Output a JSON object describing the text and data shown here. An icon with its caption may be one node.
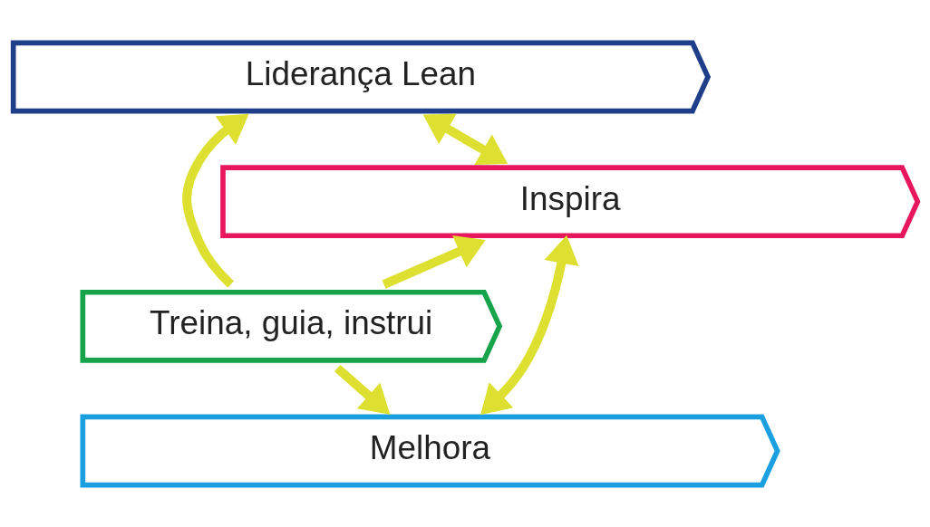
{
  "diagram": {
    "nodes": [
      {
        "text": [
          "Liderança Lean"
        ]
      },
      {
        "text": [
          "Inspira"
        ]
      },
      {
        "text": [
          "Treina, guia, instrui"
        ]
      },
      {
        "text": [
          "Melhora"
        ]
      }
    ],
    "edges": [
      {
        "from": 2,
        "to": 0,
        "arrow": "to"
      },
      {
        "from": 2,
        "to": 1,
        "arrow": "to"
      },
      {
        "from": 2,
        "to": 3,
        "arrow": "to"
      },
      {
        "from": 0,
        "to": 1,
        "arrow": "both"
      },
      {
        "from": 1,
        "to": 3,
        "arrow": "both"
      }
    ]
  }
}
